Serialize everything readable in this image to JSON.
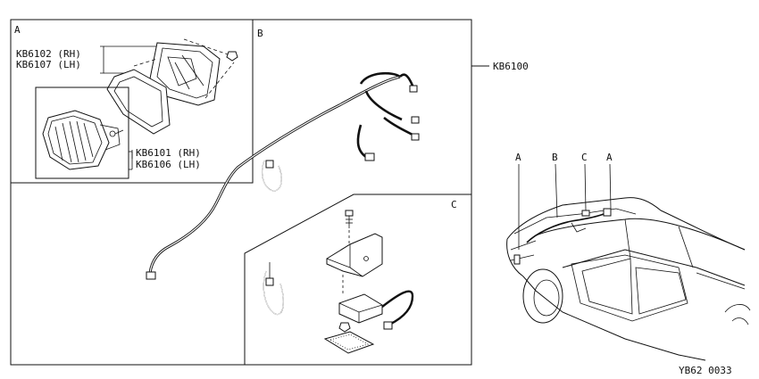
{
  "main_panel": {
    "callout_part": "KB6100"
  },
  "inset_a": {
    "letter": "A",
    "upper_parts": [
      "KB6102 (RH)",
      "KB6107 (LH)"
    ],
    "lower_parts": [
      "KB6101 (RH)",
      "KB6106 (LH)"
    ]
  },
  "inset_b": {
    "letter": "B"
  },
  "inset_c": {
    "letter": "C"
  },
  "vehicle_locator": {
    "markers": [
      "A",
      "B",
      "C",
      "A"
    ]
  },
  "figure_code": "YB62 0033"
}
